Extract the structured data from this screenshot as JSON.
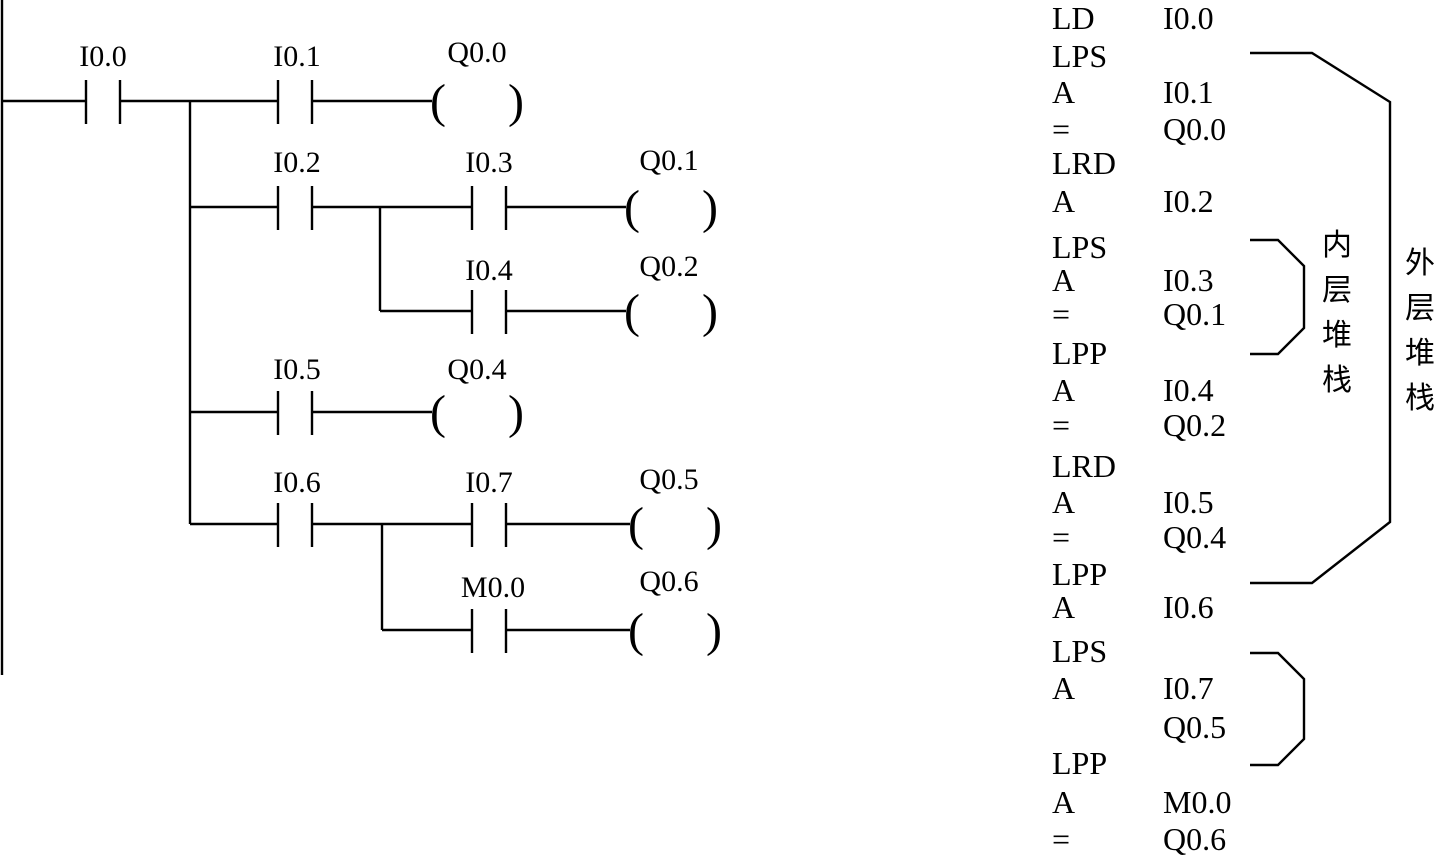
{
  "ladder": {
    "contacts": [
      {
        "id": "c_i00",
        "label": "I0.0"
      },
      {
        "id": "c_i01",
        "label": "I0.1"
      },
      {
        "id": "c_i02",
        "label": "I0.2"
      },
      {
        "id": "c_i03",
        "label": "I0.3"
      },
      {
        "id": "c_i04",
        "label": "I0.4"
      },
      {
        "id": "c_i05",
        "label": "I0.5"
      },
      {
        "id": "c_i06",
        "label": "I0.6"
      },
      {
        "id": "c_i07",
        "label": "I0.7"
      },
      {
        "id": "c_m00",
        "label": "M0.0"
      }
    ],
    "coils": [
      {
        "id": "q00",
        "label": "Q0.0"
      },
      {
        "id": "q01",
        "label": "Q0.1"
      },
      {
        "id": "q02",
        "label": "Q0.2"
      },
      {
        "id": "q04",
        "label": "Q0.4"
      },
      {
        "id": "q05",
        "label": "Q0.5"
      },
      {
        "id": "q06",
        "label": "Q0.6"
      }
    ]
  },
  "instruction_list": [
    {
      "op": "LD",
      "operand": "I0.0"
    },
    {
      "op": "LPS",
      "operand": ""
    },
    {
      "op": "A",
      "operand": "I0.1"
    },
    {
      "op": "=",
      "operand": "Q0.0"
    },
    {
      "op": "LRD",
      "operand": ""
    },
    {
      "op": "A",
      "operand": "I0.2"
    },
    {
      "op": "LPS",
      "operand": ""
    },
    {
      "op": "A",
      "operand": "I0.3"
    },
    {
      "op": "=",
      "operand": "Q0.1"
    },
    {
      "op": "LPP",
      "operand": ""
    },
    {
      "op": "A",
      "operand": "I0.4"
    },
    {
      "op": "=",
      "operand": "Q0.2"
    },
    {
      "op": "LRD",
      "operand": ""
    },
    {
      "op": "A",
      "operand": "I0.5"
    },
    {
      "op": "=",
      "operand": "Q0.4"
    },
    {
      "op": "LPP",
      "operand": ""
    },
    {
      "op": "A",
      "operand": "I0.6"
    },
    {
      "op": "LPS",
      "operand": ""
    },
    {
      "op": "A",
      "operand": "I0.7"
    },
    {
      "op": "",
      "operand": "Q0.5"
    },
    {
      "op": "LPP",
      "operand": ""
    },
    {
      "op": "A",
      "operand": "M0.0"
    },
    {
      "op": "=",
      "operand": "Q0.6"
    }
  ],
  "brackets": {
    "inner_label": "内层堆栈",
    "outer_label": "外层堆栈"
  }
}
